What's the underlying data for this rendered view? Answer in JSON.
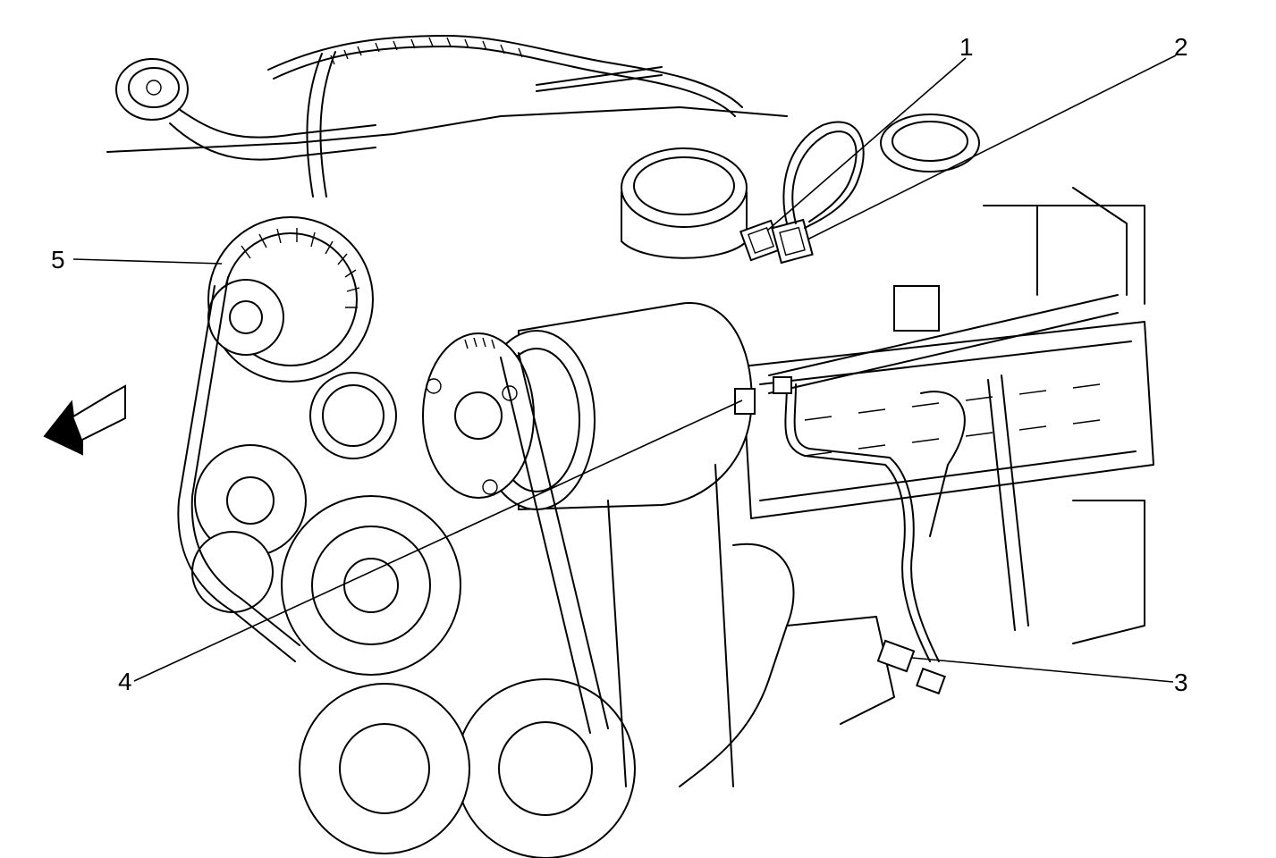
{
  "callouts": [
    {
      "id": "1",
      "label": "1"
    },
    {
      "id": "2",
      "label": "2"
    },
    {
      "id": "3",
      "label": "3"
    },
    {
      "id": "4",
      "label": "4"
    },
    {
      "id": "5",
      "label": "5"
    }
  ],
  "icons": {
    "direction_arrow": "arrow-front-icon"
  }
}
